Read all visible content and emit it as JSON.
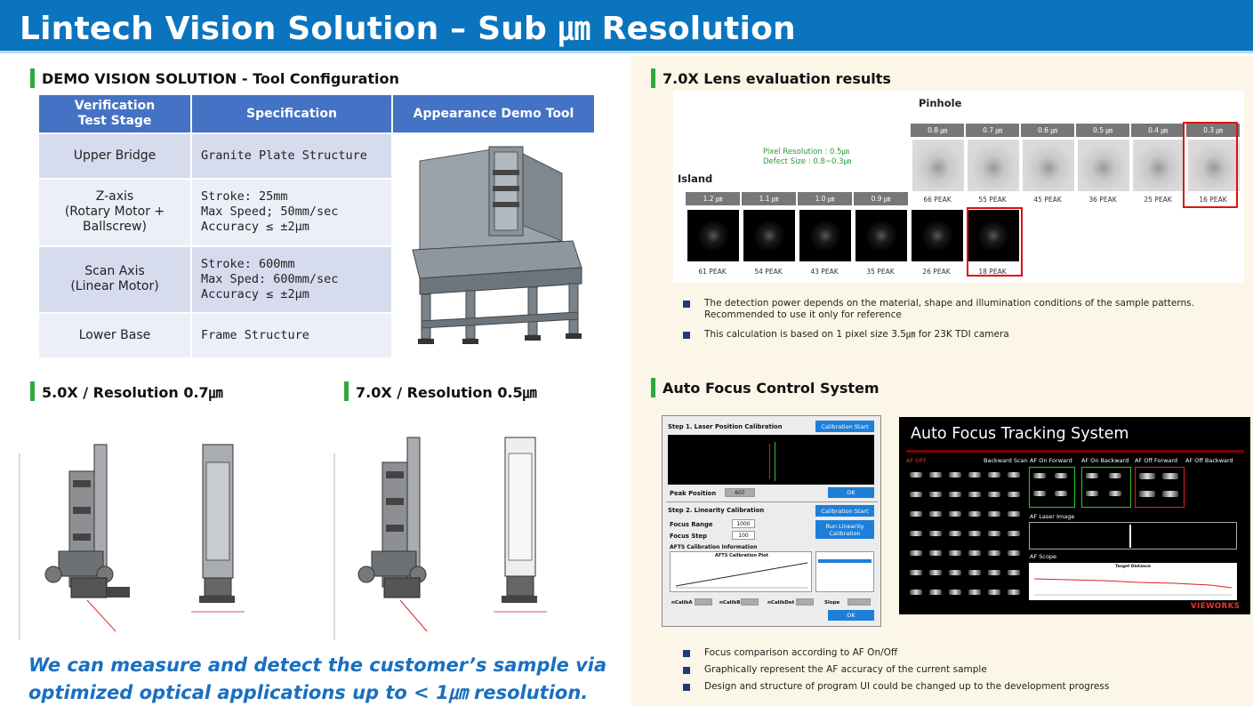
{
  "header": {
    "title": "Lintech Vision Solution – Sub ㎛ Resolution"
  },
  "demo": {
    "heading": "DEMO VISION SOLUTION - Tool Configuration",
    "columns": [
      "Verification\nTest Stage",
      "Specification",
      "Appearance Demo Tool"
    ],
    "rows": [
      {
        "stage": "Upper Bridge",
        "spec": "Granite Plate Structure"
      },
      {
        "stage": "Z-axis\n(Rotary Motor +\nBallscrew)",
        "spec": "Stroke: 25mm\nMax Speed; 50mm/sec\nAccuracy ≤ ±2μm"
      },
      {
        "stage": "Scan Axis\n(Linear Motor)",
        "spec": "Stroke: 600mm\nMax Sped: 600mm/sec\nAccuracy ≤ ±2μm"
      },
      {
        "stage": "Lower Base",
        "spec": "Frame Structure"
      }
    ]
  },
  "lens5": {
    "heading": "5.0X / Resolution 0.7㎛"
  },
  "lens7": {
    "heading": "7.0X / Resolution 0.5㎛"
  },
  "tagline": "We can measure and detect the customer’s sample via optimized optical applications up to < 1㎛ resolution.",
  "lens_eval": {
    "heading": "7.0X Lens evaluation results",
    "pinhole_label": "Pinhole",
    "island_label": "Island",
    "pixel_resolution": "Pixel Resolution : 0.5㎛",
    "defect_size": "Defect Size : 0.8~0.3㎛",
    "pinhole_sizes": [
      "0.8 ㎛",
      "0.7 ㎛",
      "0.6 ㎛",
      "0.5 ㎛",
      "0.4 ㎛",
      "0.3 ㎛"
    ],
    "pinhole_peaks": [
      "66 PEAK",
      "55 PEAK",
      "45 PEAK",
      "36 PEAK",
      "25 PEAK",
      "16 PEAK"
    ],
    "island_sizes": [
      "1.2 ㎛",
      "1.1 ㎛",
      "1.0 ㎛",
      "0.9 ㎛"
    ],
    "island_peaks": [
      "61 PEAK",
      "54 PEAK",
      "43 PEAK",
      "35 PEAK",
      "26 PEAK",
      "18 PEAK"
    ],
    "notes": [
      "The detection power depends on the material, shape and illumination conditions of the sample patterns.\nRecommended to use it only for reference",
      "This calculation is based on 1 pixel size 3.5㎛ for 23K TDI camera"
    ]
  },
  "af": {
    "heading": "Auto Focus Control System",
    "step1": "Step 1. Laser Position Calibration",
    "calib_start": "Calibration Start",
    "peak_position_label": "Peak Position",
    "peak_position_value": "607",
    "ok": "OK",
    "step2": "Step 2. Linearity Calibration",
    "calib_start2": "Calibration Start",
    "focus_range_label": "Focus Range",
    "focus_range_value": "1000",
    "focus_step_label": "Focus Step",
    "focus_step_value": "100",
    "run_linearity": "Run Linearity\nCalibration",
    "afts_info": "AFTS Calibration Information",
    "afts_plot": "AFTS Calibration Plot",
    "ncalib_a": "nCalibA",
    "ncalib_b": "nCalibB",
    "ncalib_det": "nCalibDet",
    "slope": "Slope",
    "ok2": "OK",
    "tracking_title": "Auto Focus Tracking System",
    "af_off": "AF OFF",
    "backward_scan": "Backward Scan",
    "af_on_forward": "AF On Forward",
    "af_on_backward": "AF On Backward",
    "af_off_forward": "AF Off Forward",
    "af_off_backward": "AF Off Backward",
    "af_laser_image": "AF Laser Image",
    "af_scope": "AF Scope",
    "target_distance": "Target Distance",
    "brand": "VIEWORKS",
    "notes": [
      "Focus comparison according to AF On/Off",
      "Graphically represent the AF accuracy of the current sample",
      "Design and structure of program UI could be changed up to the development progress"
    ]
  },
  "colors": {
    "banner": "#0b74be",
    "accent_bar": "#2eaa3c",
    "table_header": "#4472c4",
    "highlight": "#dd1111",
    "tagline": "#1a6fbf"
  }
}
